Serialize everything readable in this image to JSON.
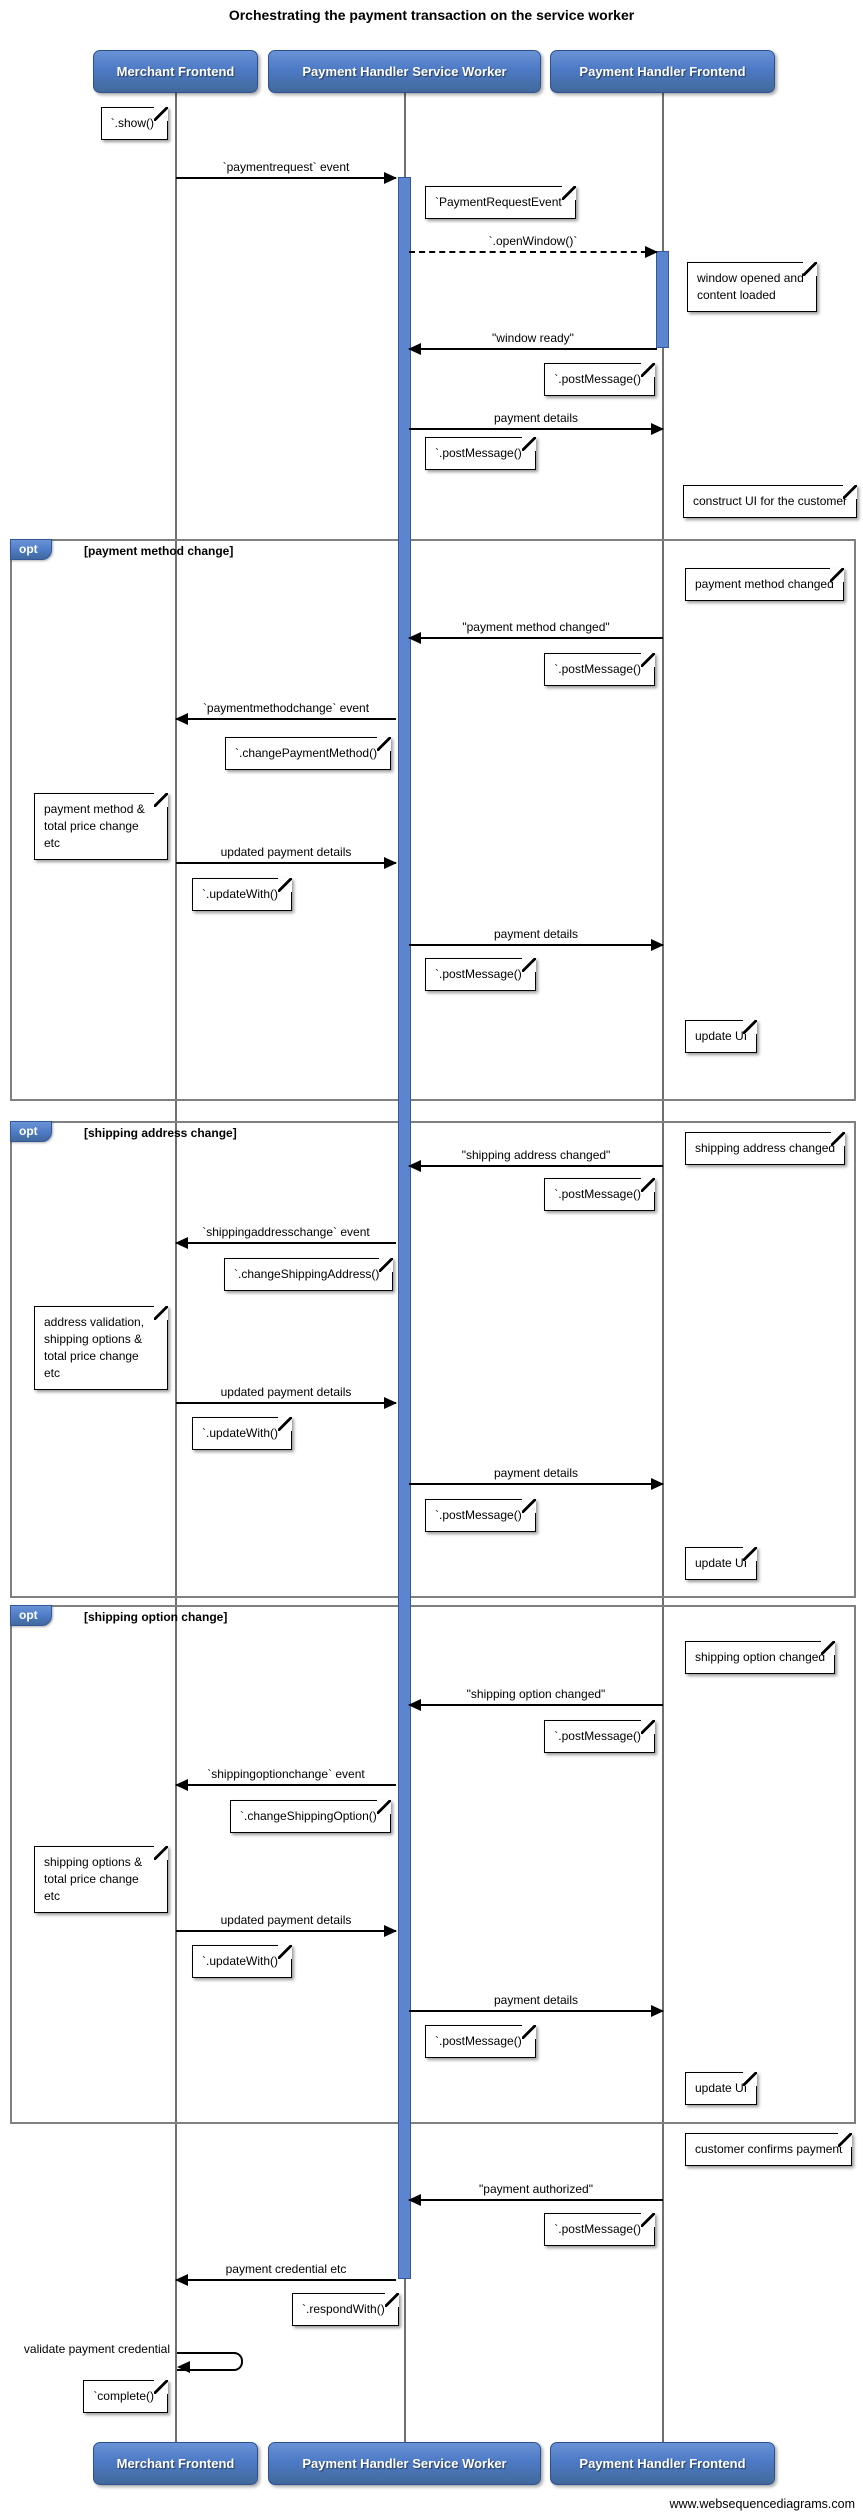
{
  "title": "Orchestrating the payment transaction on the service worker",
  "watermark": "www.websequencediagrams.com",
  "actors": {
    "merchant": "Merchant Frontend",
    "service_worker": "Payment Handler Service Worker",
    "payment_handler_frontend": "Payment Handler Frontend"
  },
  "frames": {
    "opt_label": "opt",
    "payment_method_condition": "[payment method change]",
    "shipping_address_condition": "[shipping address change]",
    "shipping_option_condition": "[shipping option change]"
  },
  "messages": {
    "paymentrequest_event": "`paymentrequest` event",
    "open_window": "`.openWindow()`",
    "window_ready": "\"window ready\"",
    "payment_details": "payment details",
    "payment_method_changed": "\"payment method changed\"",
    "paymentmethodchange_event": "`paymentmethodchange` event",
    "updated_payment_details": "updated payment details",
    "shipping_address_changed": "\"shipping address changed\"",
    "shippingaddresschange_event": "`shippingaddresschange` event",
    "shipping_option_changed": "\"shipping option changed\"",
    "shippingoptionchange_event": "`shippingoptionchange` event",
    "payment_authorized": "\"payment authorized\"",
    "payment_credential": "payment credential etc",
    "validate_payment_credential": "validate payment credential"
  },
  "notes": {
    "show": "`.show()`",
    "payment_request_event": "`PaymentRequestEvent`",
    "window_opened": "window opened and content loaded",
    "post_message": "`.postMessage()`",
    "construct_ui": "construct UI for the customer",
    "payment_method_changed": "payment method changed",
    "change_payment_method": "`.changePaymentMethod()`",
    "payment_method_total_price": "payment method & total price change etc",
    "update_with": "`.updateWith()`",
    "update_ui": "update UI",
    "shipping_address_changed": "shipping address changed",
    "change_shipping_address": "`.changeShippingAddress()`",
    "address_validation": "address validation, shipping options & total price change etc",
    "shipping_option_changed": "shipping option changed",
    "change_shipping_option": "`.changeShippingOption()`",
    "shipping_options_total_price": "shipping options & total price change etc",
    "customer_confirms": "customer confirms payment",
    "respond_with": "`.respondWith()`",
    "complete": "`complete()`"
  },
  "colors": {
    "actor_fill": "#4d7ac6",
    "actor_border": "#2d5190",
    "activation_fill": "#5b85ce",
    "activation_border": "#35589c",
    "frame_border": "#808080",
    "lifeline": "#6f6f6f"
  }
}
